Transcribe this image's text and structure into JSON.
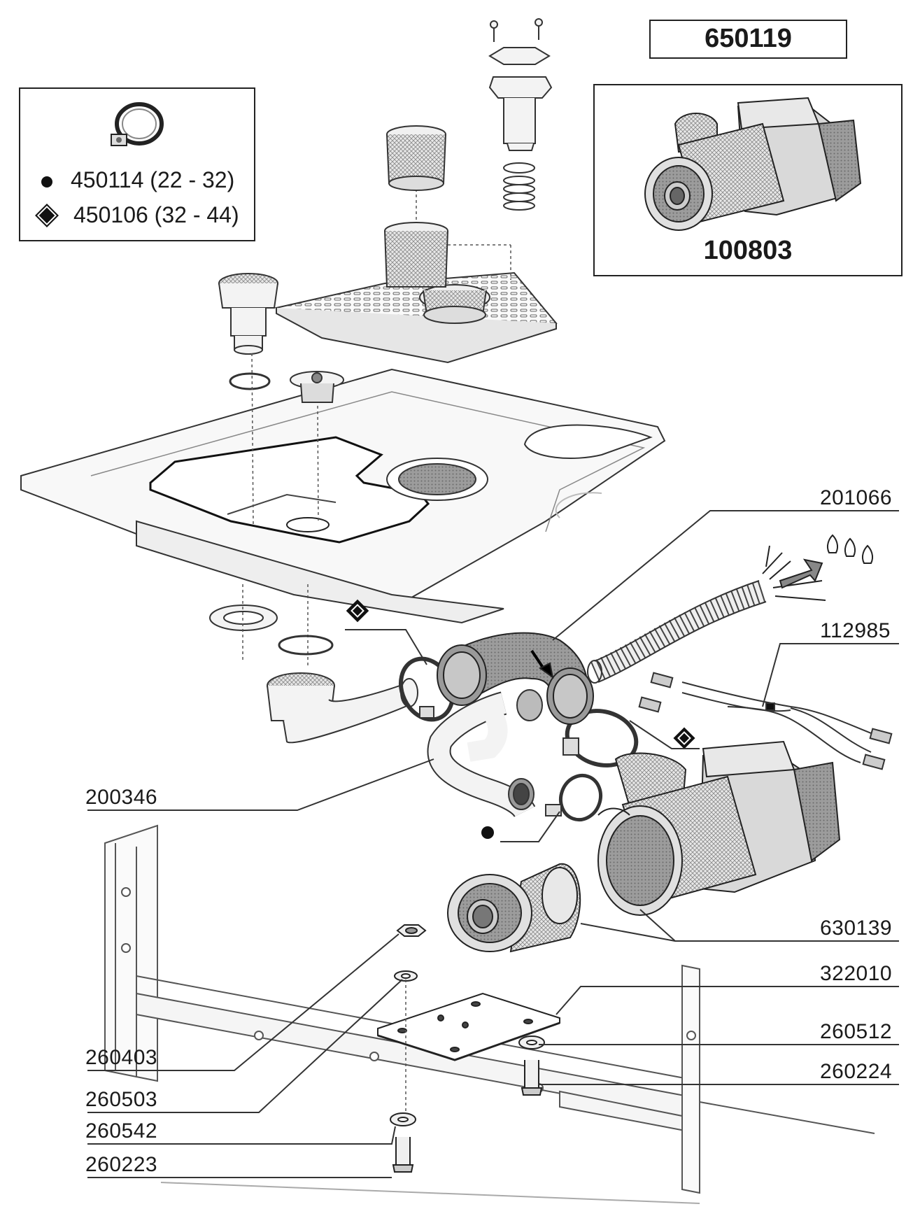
{
  "header": {
    "kit_number": "650119"
  },
  "inset": {
    "pump_part_number": "100803"
  },
  "legend": {
    "clamp_small": {
      "symbol": "dot",
      "text": "450114 (22 - 32)"
    },
    "clamp_large": {
      "symbol": "diamond",
      "text": "450106 (32 - 44)"
    }
  },
  "callouts": {
    "hose_elbow": "201066",
    "cable": "112985",
    "drain_tube": "200346",
    "pump_adapter": "630139",
    "mounting_plate": "322010",
    "washer_right": "260512",
    "screw_right": "260224",
    "nut_left": "260403",
    "washer_left": "260503",
    "lock_washer": "260542",
    "screw_left": "260223"
  },
  "colors": {
    "line": "#222222",
    "fill_light": "#f2f2f2",
    "fill_grey": "#9a9a9a",
    "fill_dark": "#6e6e6e"
  }
}
